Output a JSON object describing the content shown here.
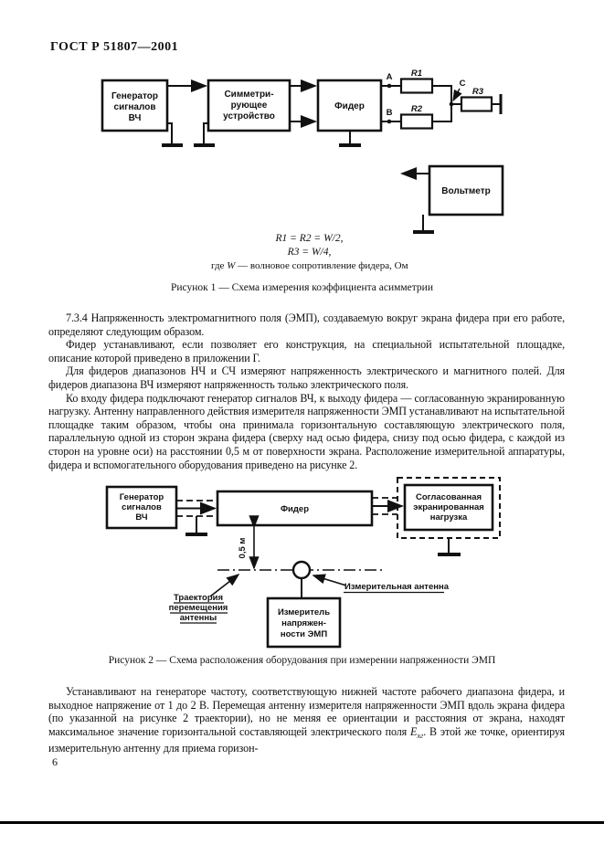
{
  "header": {
    "title": "ГОСТ Р 51807—2001"
  },
  "figure1": {
    "boxes": {
      "generator": {
        "lines": [
          "Генератор",
          "сигналов",
          "ВЧ"
        ]
      },
      "balun": {
        "lines": [
          "Симметри-",
          "рующее",
          "устройство"
        ]
      },
      "feeder": "Фидер",
      "voltmeter": "Вольтметр"
    },
    "labels": {
      "a": "A",
      "b": "B",
      "c": "C",
      "r1": "R1",
      "r2": "R2",
      "r3": "R3"
    },
    "formula": {
      "line1": "R1 = R2 = W/2,",
      "line2": "R3 = W/4,",
      "where_prefix": "где ",
      "where_symbol": "W",
      "where_suffix": " — волновое сопротивление фидера, Ом"
    },
    "caption": "Рисунок 1 — Схема измерения коэффициента асимметрии"
  },
  "body": {
    "p1": "7.3.4 Напряженность электромагнитного поля (ЭМП), создаваемую вокруг экрана фидера при его работе, определяют следующим образом.",
    "p2": "Фидер устанавливают, если позволяет его конструкция, на специальной испытательной площадке, описание которой приведено в приложении Г.",
    "p3": "Для фидеров диапазонов НЧ и СЧ измеряют напряженность электрического и магнитного полей. Для фидеров диапазона ВЧ измеряют напряженность только электрического поля.",
    "p4": "Ко входу фидера подключают генератор сигналов ВЧ, к выходу фидера — согласованную экранированную нагрузку. Антенну направленного действия измерителя напряженности ЭМП устанавливают на испытательной площадке таким образом, чтобы она принимала горизонтальную составляющую электрического поля, параллельную одной из сторон экрана фидера (сверху над осью фидера, снизу под осью фидера, с каждой из сторон на уровне оси) на расстоянии 0,5 м от поверхности экрана. Расположение измерительной аппаратуры, фидера и вспомогательного оборудования приведено на рисунке 2."
  },
  "figure2": {
    "boxes": {
      "generator": {
        "lines": [
          "Генератор",
          "сигналов",
          "ВЧ"
        ]
      },
      "feeder": "Фидер",
      "load": {
        "lines": [
          "Согласованная",
          "экранированная",
          "нагрузка"
        ]
      },
      "meter": {
        "lines": [
          "Измеритель",
          "напряжен-",
          "ности ЭМП"
        ]
      }
    },
    "labels": {
      "distance": "0,5 м",
      "antenna": "Измерительная антенна",
      "trajectory": [
        "Траектория",
        "перемещения",
        "антенны"
      ]
    },
    "caption": "Рисунок 2 — Схема расположения оборудования при измерении напряженности ЭМП"
  },
  "closing": {
    "before": "Устанавливают на генераторе частоту, соответствующую нижней частоте рабочего диапазона фидера, и выходное напряжение от 1 до 2 В. Перемещая антенну измерителя напряженности ЭМП вдоль экрана фидера (по указанной на рисунке 2 траектории), но не меняя ее ориентации и расстояния от экрана, находят максимальное значение горизонтальной составляющей электрического поля ",
    "symbol": "Е",
    "subscript": "хг",
    "after": ". В этой же точке, ориентируя измерительную антенну для приема горизон-"
  },
  "footer": {
    "page_number": "6"
  }
}
